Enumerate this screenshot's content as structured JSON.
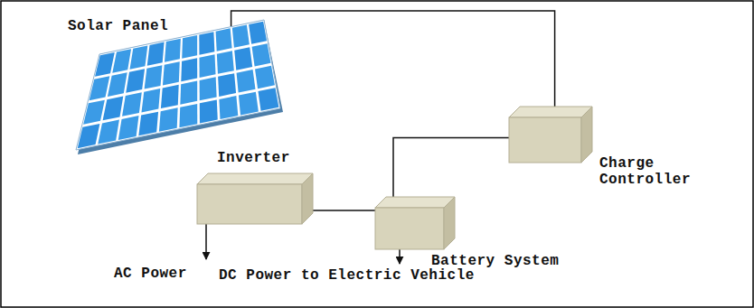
{
  "diagram": {
    "nodes": [
      {
        "text": [
          "Solar Panel"
        ]
      },
      {
        "text": [
          "Charge Controller"
        ]
      },
      {
        "text": [
          "Inverter"
        ]
      },
      {
        "text": [
          "Battery System"
        ]
      }
    ],
    "edges": [
      {
        "from": 0,
        "to": 1,
        "arrow": "none"
      },
      {
        "from": 1,
        "to": 3,
        "arrow": "none"
      },
      {
        "from": 3,
        "to": 2,
        "arrow": "none"
      }
    ],
    "labels": [
      "AC Power",
      "DC Power to Electric Vehicle"
    ]
  }
}
